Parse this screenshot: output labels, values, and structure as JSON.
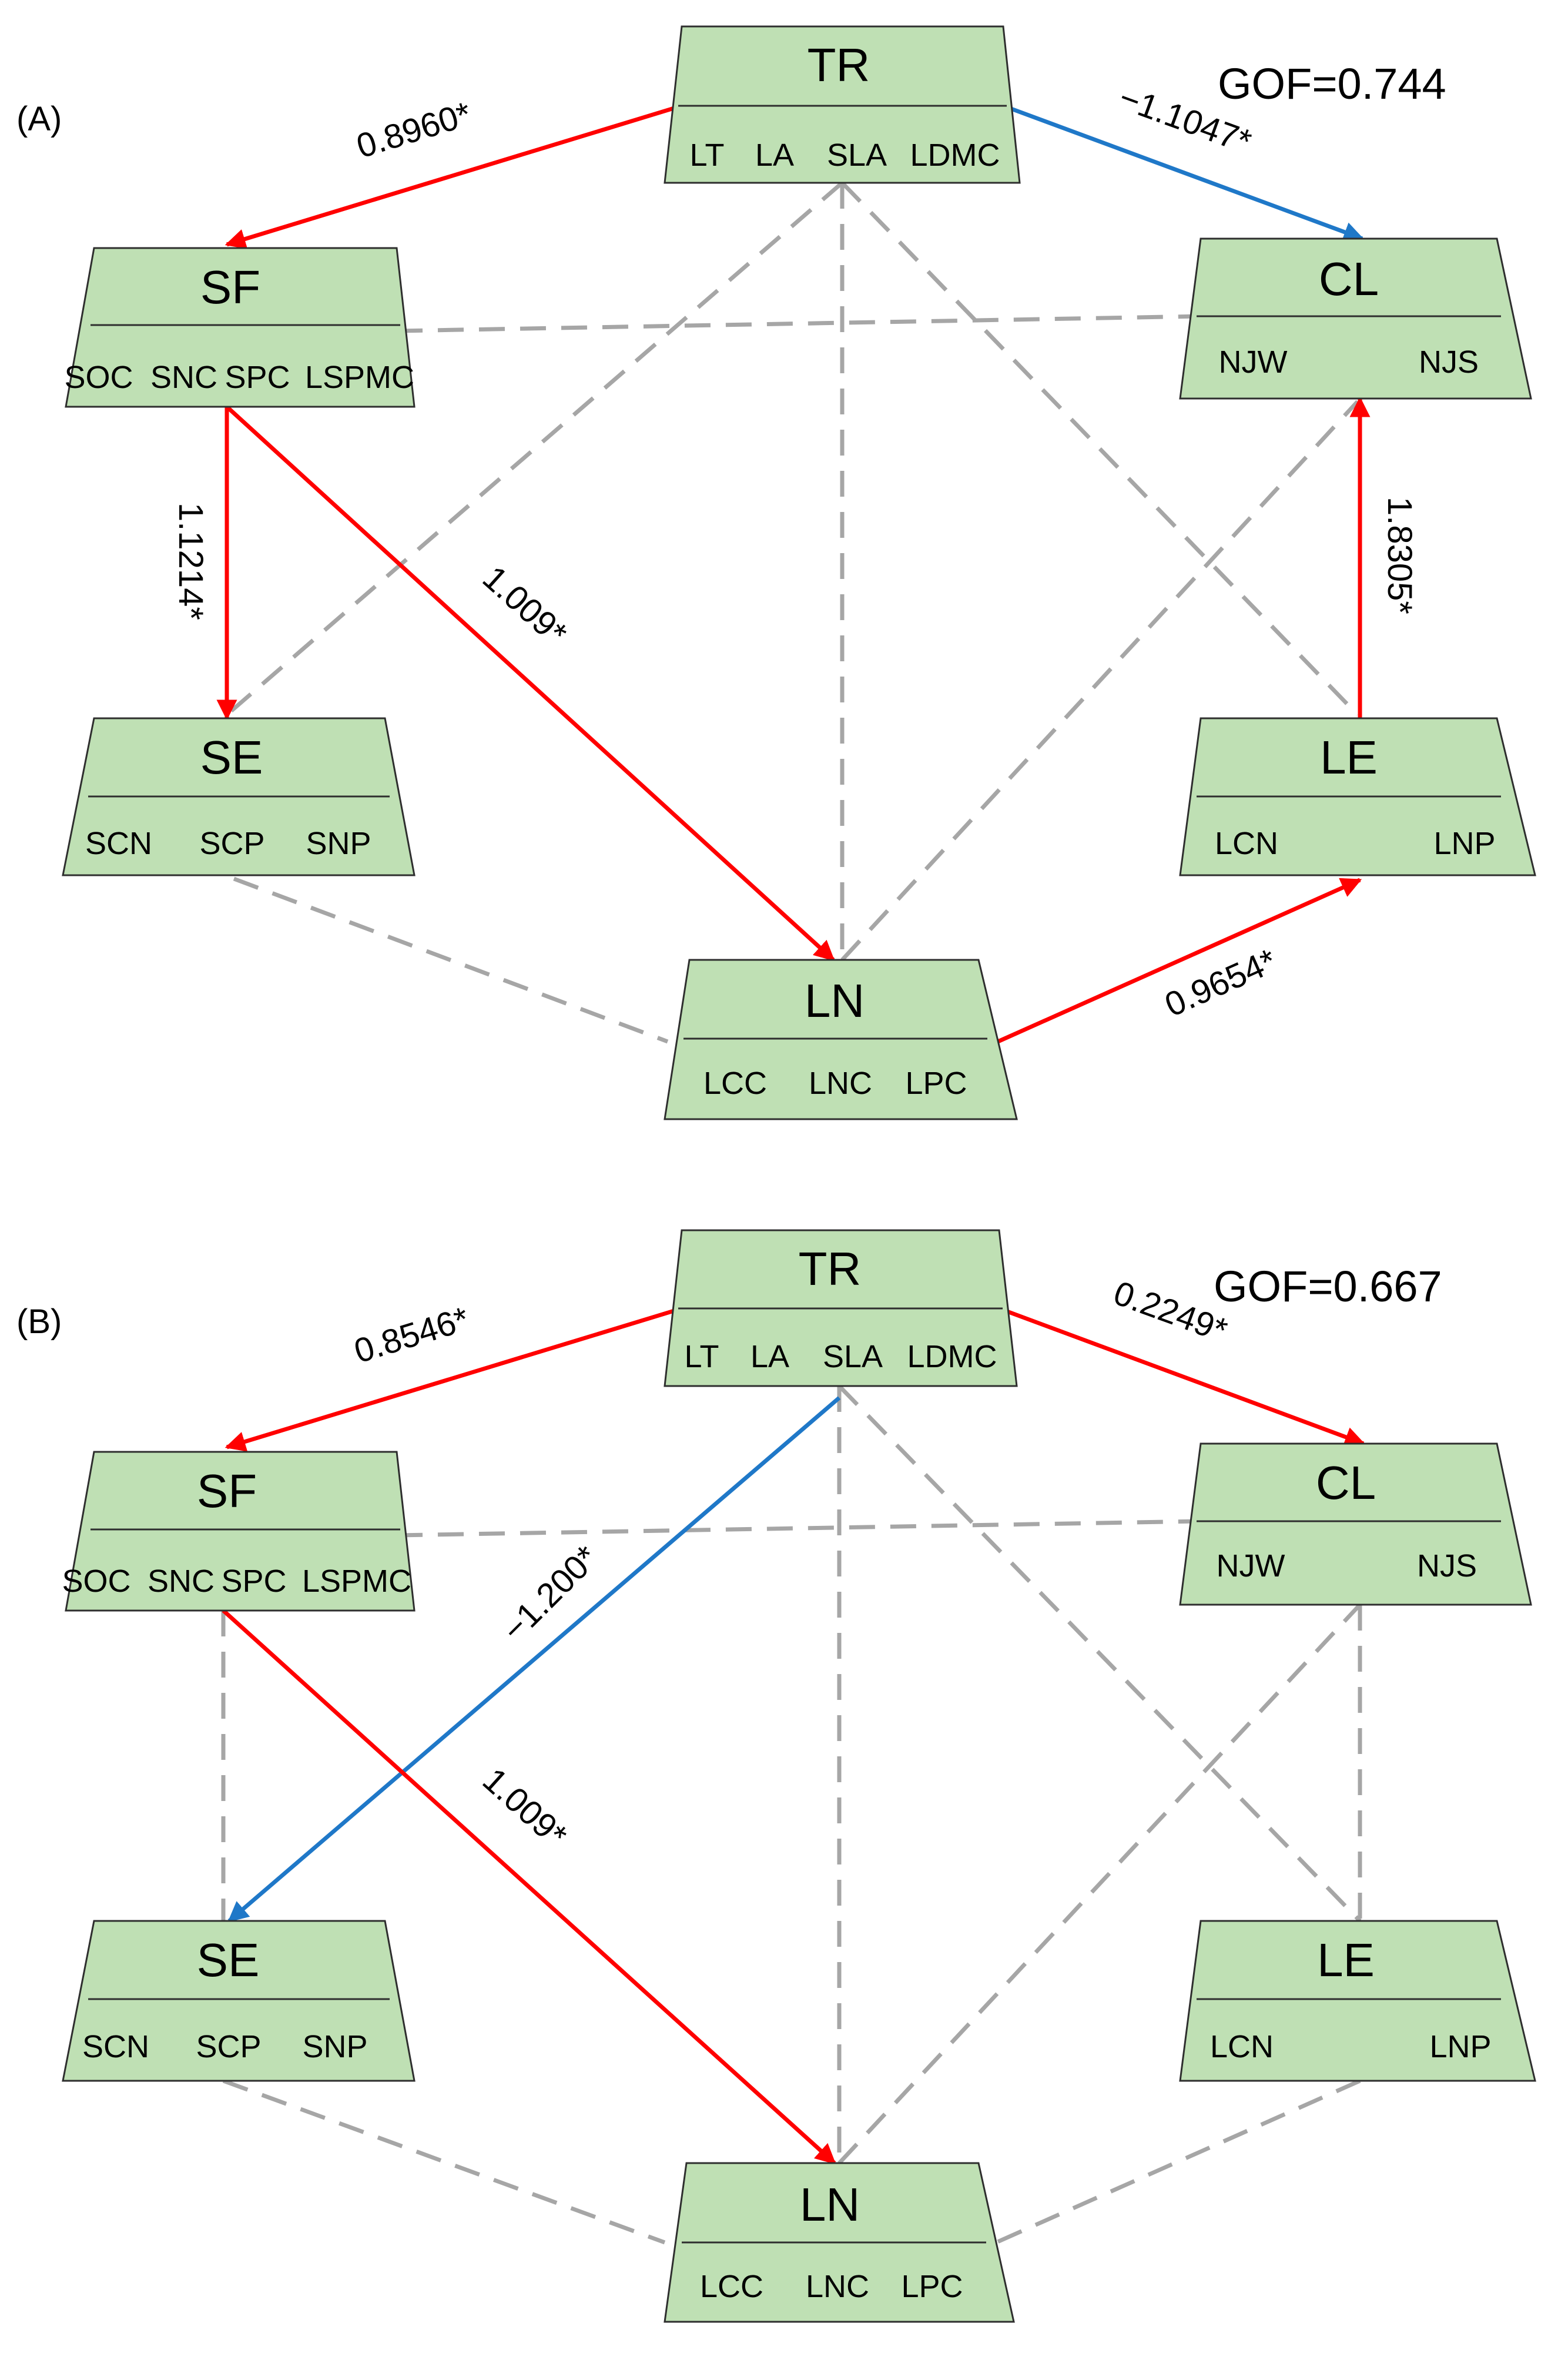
{
  "colors": {
    "node_fill": "#bfe0b4",
    "node_border": "#2e2e2e",
    "positive": "#ff0000",
    "negative": "#1f78c8",
    "nonsignificant": "#a6a6a6"
  },
  "panels": [
    {
      "label": "(A)",
      "gof": "GOF=0.744",
      "nodes": [
        {
          "id": "TR",
          "title": "TR",
          "vars": [
            "LT",
            "LA",
            "SLA",
            "LDMC"
          ]
        },
        {
          "id": "SF",
          "title": "SF",
          "vars": [
            "SOC",
            "SNC",
            "SPC",
            "LSPMC"
          ]
        },
        {
          "id": "CL",
          "title": "CL",
          "vars": [
            "NJW",
            "NJS"
          ]
        },
        {
          "id": "SE",
          "title": "SE",
          "vars": [
            "SCN",
            "SCP",
            "SNP"
          ]
        },
        {
          "id": "LE",
          "title": "LE",
          "vars": [
            "LCN",
            "LNP"
          ]
        },
        {
          "id": "LN",
          "title": "LN",
          "vars": [
            "LCC",
            "LNC",
            "LPC"
          ]
        }
      ],
      "significant_paths": [
        {
          "from": "TR",
          "to": "SF",
          "coef": "0.8960*",
          "sign": "positive"
        },
        {
          "from": "TR",
          "to": "CL",
          "coef": "−1.1047*",
          "sign": "negative"
        },
        {
          "from": "SF",
          "to": "SE",
          "coef": "1.1214*",
          "sign": "positive"
        },
        {
          "from": "SF",
          "to": "LN",
          "coef": "1.009*",
          "sign": "positive"
        },
        {
          "from": "LE",
          "to": "CL",
          "coef": "1.8305*",
          "sign": "positive"
        },
        {
          "from": "LN",
          "to": "LE",
          "coef": "0.9654*",
          "sign": "positive"
        }
      ],
      "nonsignificant_paths": [
        [
          "TR",
          "SE"
        ],
        [
          "TR",
          "LN"
        ],
        [
          "TR",
          "LE"
        ],
        [
          "SF",
          "CL"
        ],
        [
          "LN",
          "CL"
        ],
        [
          "SE",
          "LN"
        ]
      ]
    },
    {
      "label": "(B)",
      "gof": "GOF=0.667",
      "nodes": [
        {
          "id": "TR",
          "title": "TR",
          "vars": [
            "LT",
            "LA",
            "SLA",
            "LDMC"
          ]
        },
        {
          "id": "SF",
          "title": "SF",
          "vars": [
            "SOC",
            "SNC",
            "SPC",
            "LSPMC"
          ]
        },
        {
          "id": "CL",
          "title": "CL",
          "vars": [
            "NJW",
            "NJS"
          ]
        },
        {
          "id": "SE",
          "title": "SE",
          "vars": [
            "SCN",
            "SCP",
            "SNP"
          ]
        },
        {
          "id": "LE",
          "title": "LE",
          "vars": [
            "LCN",
            "LNP"
          ]
        },
        {
          "id": "LN",
          "title": "LN",
          "vars": [
            "LCC",
            "LNC",
            "LPC"
          ]
        }
      ],
      "significant_paths": [
        {
          "from": "TR",
          "to": "SF",
          "coef": "0.8546*",
          "sign": "positive"
        },
        {
          "from": "TR",
          "to": "CL",
          "coef": "0.2249*",
          "sign": "positive"
        },
        {
          "from": "TR",
          "to": "SE",
          "coef": "−1.200*",
          "sign": "negative"
        },
        {
          "from": "SF",
          "to": "LN",
          "coef": "1.009*",
          "sign": "positive"
        }
      ],
      "nonsignificant_paths": [
        [
          "SF",
          "SE"
        ],
        [
          "TR",
          "LN"
        ],
        [
          "TR",
          "LE"
        ],
        [
          "SF",
          "CL"
        ],
        [
          "CL",
          "LE"
        ],
        [
          "LN",
          "CL"
        ],
        [
          "SE",
          "LN"
        ],
        [
          "LE",
          "LN"
        ]
      ]
    }
  ]
}
